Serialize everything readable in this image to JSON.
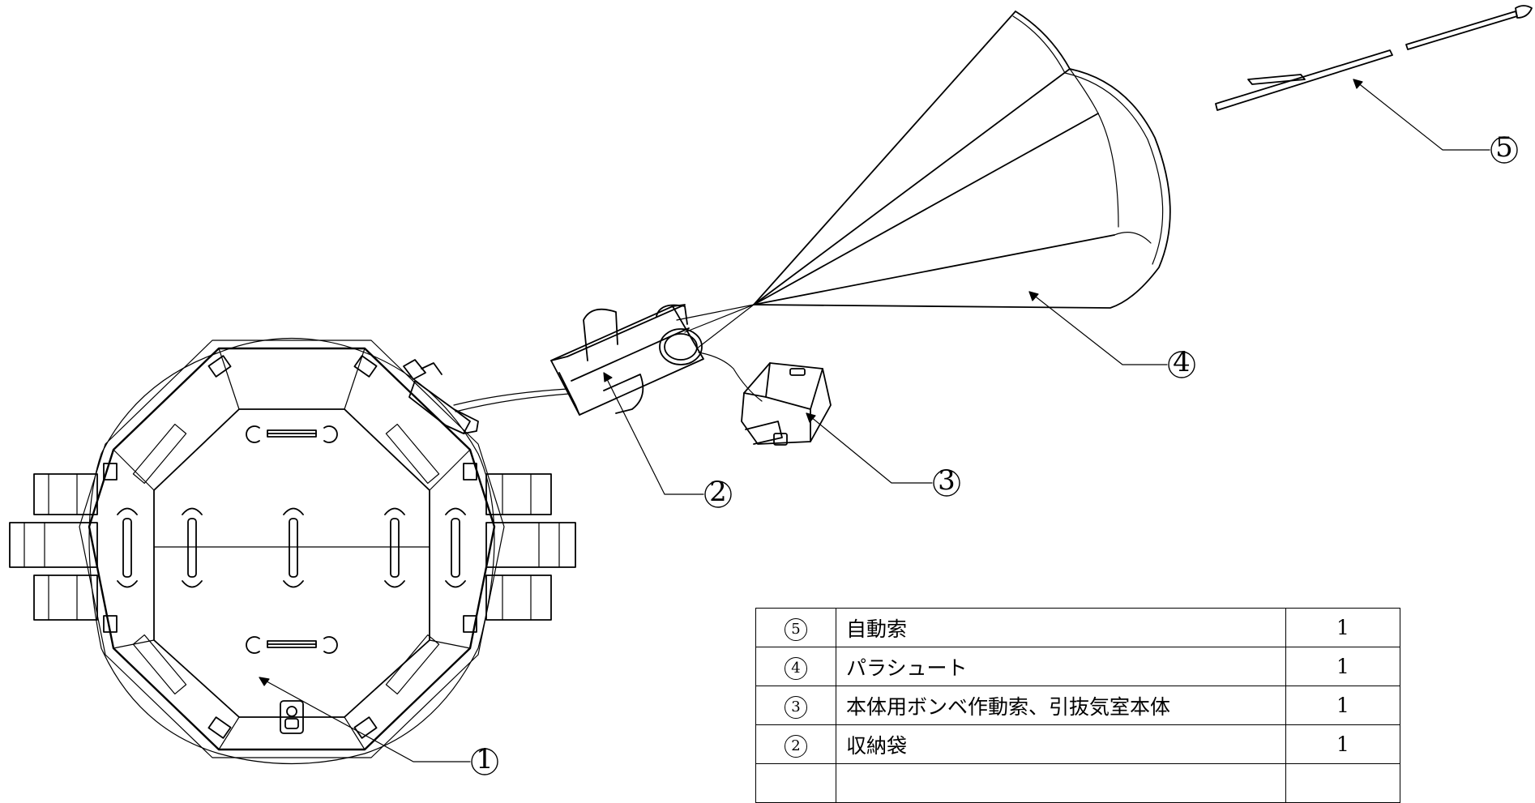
{
  "callouts": [
    {
      "num": "1"
    },
    {
      "num": "2"
    },
    {
      "num": "3"
    },
    {
      "num": "4"
    },
    {
      "num": "5"
    }
  ],
  "parts_table": {
    "rows": [
      {
        "no": "5",
        "name": "自動索",
        "qty": "1"
      },
      {
        "no": "4",
        "name": "パラシュート",
        "qty": "1"
      },
      {
        "no": "3",
        "name": "本体用ボンベ作動索、引抜気室本体",
        "qty": "1"
      },
      {
        "no": "2",
        "name": "収納袋",
        "qty": "1"
      },
      {
        "no": "",
        "name": "",
        "qty": ""
      }
    ]
  }
}
